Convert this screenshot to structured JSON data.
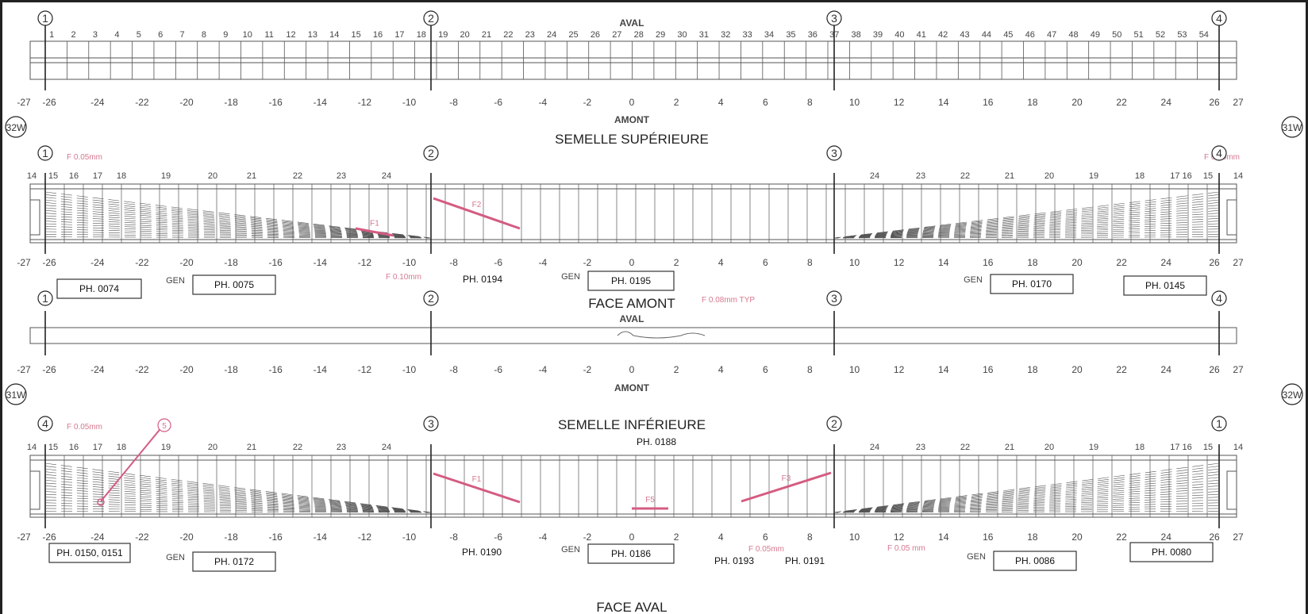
{
  "colors": {
    "line": "#555555",
    "crack": "#d45c80",
    "frame": "#222222"
  },
  "axis_ticks": [
    "-27",
    "-26",
    "-24",
    "-22",
    "-20",
    "-18",
    "-16",
    "-14",
    "-12",
    "-10",
    "-8",
    "-6",
    "-4",
    "-2",
    "0",
    "2",
    "4",
    "6",
    "8",
    "10",
    "12",
    "14",
    "16",
    "18",
    "20",
    "22",
    "24",
    "26",
    "27"
  ],
  "panel_numbers_top": [
    "1",
    "2",
    "3",
    "4",
    "5",
    "6",
    "7",
    "8",
    "9",
    "10",
    "11",
    "12",
    "13",
    "14",
    "15",
    "16",
    "17",
    "18",
    "19",
    "20",
    "21",
    "22",
    "23",
    "24",
    "25",
    "26",
    "27",
    "28",
    "29",
    "30",
    "31",
    "32",
    "33",
    "34",
    "35",
    "36",
    "37",
    "38",
    "39",
    "40",
    "41",
    "42",
    "43",
    "44",
    "45",
    "46",
    "47",
    "48",
    "49",
    "50",
    "51",
    "52",
    "53",
    "54"
  ],
  "stiffeners_left": [
    "14",
    "15",
    "16",
    "17",
    "18",
    "19",
    "20",
    "21",
    "22",
    "23",
    "24"
  ],
  "stiffeners_right": [
    "24",
    "23",
    "22",
    "21",
    "20",
    "19",
    "18",
    "17 16",
    "15",
    "14"
  ],
  "top_flange": {
    "aval": "AVAL",
    "amont": "AMONT",
    "title": "SEMELLE SUPÉRIEURE",
    "supports": [
      "1",
      "2",
      "3",
      "4"
    ],
    "girder_left": "32W",
    "girder_right": "31W"
  },
  "face_amont": {
    "title": "FACE AMONT",
    "supports": [
      "1",
      "2",
      "3",
      "4"
    ],
    "crack_labels": [
      "F 0.05mm",
      "F 0.05mm",
      "F 0.10mm"
    ],
    "photos": [
      {
        "gen": "",
        "label": "PH. 0074"
      },
      {
        "gen": "GEN",
        "label": "PH. 0075"
      },
      {
        "gen": "",
        "label": "PH. 0194"
      },
      {
        "gen": "GEN",
        "label": "PH. 0195"
      },
      {
        "gen": "GEN",
        "label": "PH. 0170"
      },
      {
        "gen": "",
        "label": "PH. 0145"
      }
    ],
    "cracks": [
      "F1",
      "F2"
    ]
  },
  "bottom_flange": {
    "aval": "AVAL",
    "amont": "AMONT",
    "title": "SEMELLE INFÉRIEURE",
    "supports": [
      "1",
      "2",
      "3",
      "4"
    ],
    "girder_left": "31W",
    "girder_right": "32W",
    "note": "F 0.08mm TYP"
  },
  "face_aval": {
    "title": "FACE AVAL",
    "supports": [
      "4",
      "3",
      "2",
      "1"
    ],
    "photo_top": "PH. 0188",
    "crack_labels": [
      "F 0.05mm",
      "F 0.05mm",
      "F 0.05 mm"
    ],
    "marker": "5",
    "photos": [
      {
        "gen": "",
        "label": "PH. 0150, 0151"
      },
      {
        "gen": "GEN",
        "label": "PH. 0172"
      },
      {
        "gen": "",
        "label": "PH. 0190"
      },
      {
        "gen": "GEN",
        "label": "PH. 0186"
      },
      {
        "gen": "",
        "label": "PH. 0193"
      },
      {
        "gen": "",
        "label": "PH. 0191"
      },
      {
        "gen": "GEN",
        "label": "PH. 0086"
      },
      {
        "gen": "",
        "label": "PH. 0080"
      }
    ],
    "cracks": [
      "F1",
      "F3",
      "F5"
    ]
  }
}
